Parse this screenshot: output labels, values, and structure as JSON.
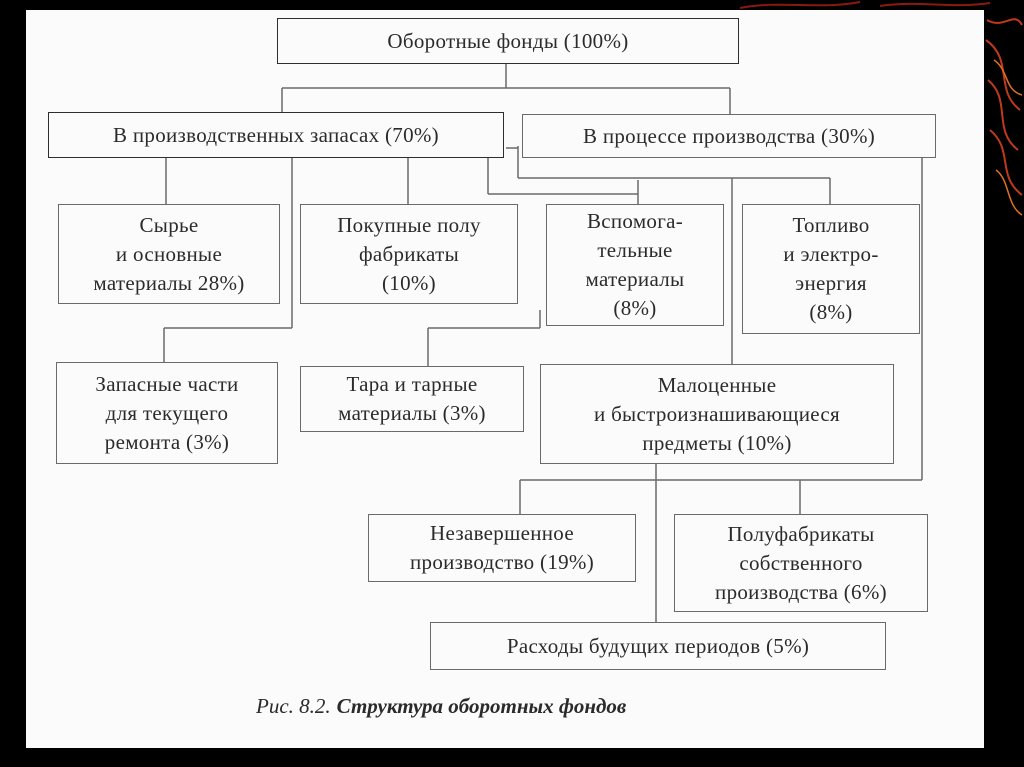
{
  "diagram": {
    "root": "Оборотные фонды (100%)",
    "groups": {
      "stocks": "В производственных запасах (70%)",
      "process": "В процессе производства (30%)"
    },
    "items": {
      "raw": "Сырье\nи основные\nматериалы 28%)",
      "semi_bought": "Покупные полу\nфабрикаты\n(10%)",
      "aux": "Вспомога-\nтельные\nматериалы\n(8%)",
      "fuel": "Топливо\nи электро-\nэнергия\n(8%)",
      "parts": "Запасные части\nдля текущего\nремонта (3%)",
      "tara": "Тара и тарные\nматериалы (3%)",
      "low_value": "Малоценные\nи быстроизнашивающиеся\nпредметы (10%)",
      "wip": "Незавершенное\nпроизводство (19%)",
      "semi_own": "Полуфабрикаты\nсобственного\nпроизводства (6%)",
      "future": "Расходы будущих периодов (5%)"
    },
    "caption_number": "Рис. 8.2.",
    "caption_title": "Структура оборотных фондов"
  },
  "colors": {
    "background": "#000000",
    "sheet": "#fbfbfb",
    "line": "#6a6a6a",
    "text": "#2b2b2b"
  }
}
